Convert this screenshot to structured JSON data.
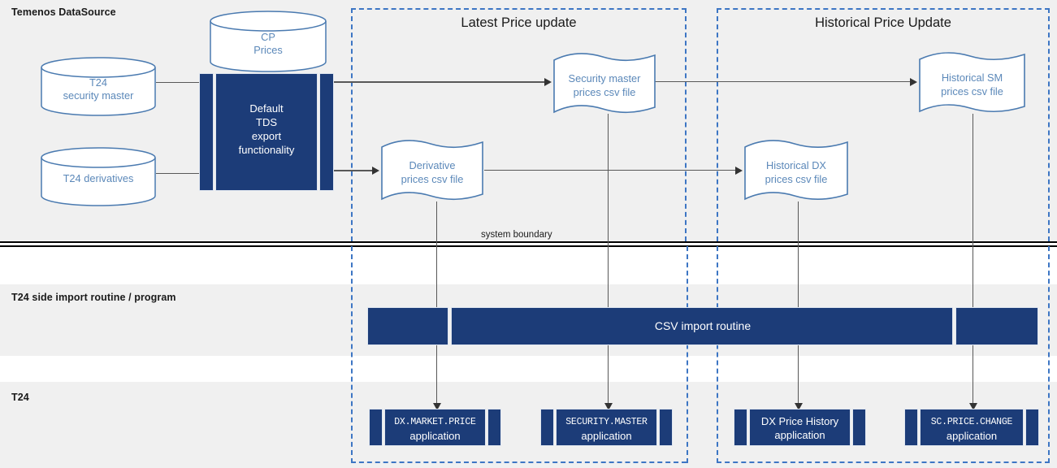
{
  "lanes": [
    {
      "id": "datasource",
      "label": "Temenos DataSource"
    },
    {
      "id": "import",
      "label": "T24 side import routine / program"
    },
    {
      "id": "t24",
      "label": "T24"
    }
  ],
  "zones": [
    {
      "id": "latest",
      "title": "Latest Price update"
    },
    {
      "id": "historical",
      "title": "Historical Price Update"
    }
  ],
  "system_boundary_label": "system boundary",
  "datastores": [
    {
      "id": "t24-security-master",
      "lines": [
        "T24",
        "security master"
      ]
    },
    {
      "id": "t24-derivatives",
      "lines": [
        "T24 derivatives"
      ]
    },
    {
      "id": "cp-prices",
      "lines": [
        "CP",
        "Prices"
      ]
    }
  ],
  "process": {
    "tds_export": {
      "lines": [
        "Default",
        "TDS",
        "export",
        "functionality"
      ]
    },
    "csv_import": {
      "label": "CSV import routine"
    }
  },
  "documents": [
    {
      "id": "security-master-prices-csv",
      "lines": [
        "Security master",
        "prices csv file"
      ]
    },
    {
      "id": "derivative-prices-csv",
      "lines": [
        "Derivative",
        "prices csv file"
      ]
    },
    {
      "id": "historical-sm-prices-csv",
      "lines": [
        "Historical SM",
        "prices csv file"
      ]
    },
    {
      "id": "historical-dx-prices-csv",
      "lines": [
        "Historical DX",
        "prices csv file"
      ]
    }
  ],
  "applications": [
    {
      "id": "dx-market-price",
      "name": "DX.MARKET.PRICE",
      "mono": true,
      "suffix": "application"
    },
    {
      "id": "security-master",
      "name": "SECURITY.MASTER",
      "mono": true,
      "suffix": "application"
    },
    {
      "id": "dx-price-history",
      "name": "DX Price History",
      "mono": false,
      "suffix": "application"
    },
    {
      "id": "sc-price-change",
      "name": "SC.PRICE.CHANGE",
      "mono": true,
      "suffix": "application"
    }
  ],
  "colors": {
    "navy": "#1c3c78",
    "band": "#f0f0f0",
    "accent_blue": "#5b88b9",
    "dashed_blue": "#3d76c4",
    "connector": "#585858"
  }
}
